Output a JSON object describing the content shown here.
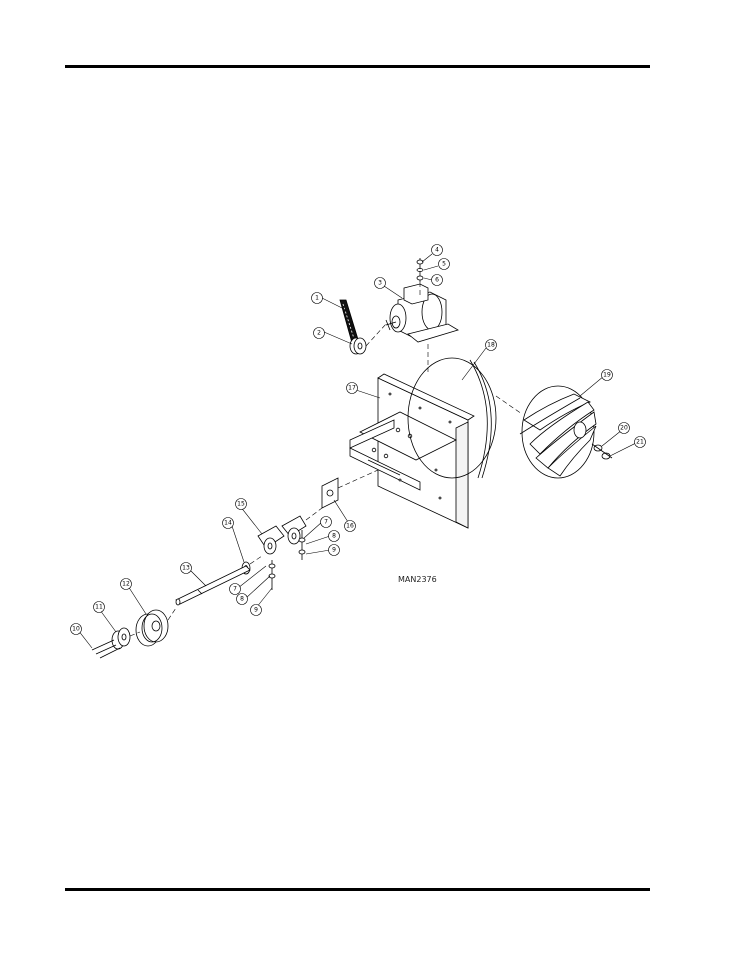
{
  "drawing": {
    "code": "MAN2376",
    "callouts": [
      {
        "id": "c1",
        "label": "1"
      },
      {
        "id": "c2",
        "label": "2"
      },
      {
        "id": "c3",
        "label": "3"
      },
      {
        "id": "c4",
        "label": "4"
      },
      {
        "id": "c5",
        "label": "5"
      },
      {
        "id": "c6",
        "label": "6"
      },
      {
        "id": "c7a",
        "label": "7"
      },
      {
        "id": "c8a",
        "label": "8"
      },
      {
        "id": "c9a",
        "label": "9"
      },
      {
        "id": "c7b",
        "label": "7"
      },
      {
        "id": "c8b",
        "label": "8"
      },
      {
        "id": "c9b",
        "label": "9"
      },
      {
        "id": "c10",
        "label": "10"
      },
      {
        "id": "c11",
        "label": "11"
      },
      {
        "id": "c12",
        "label": "12"
      },
      {
        "id": "c13",
        "label": "13"
      },
      {
        "id": "c14",
        "label": "14"
      },
      {
        "id": "c15",
        "label": "15"
      },
      {
        "id": "c16",
        "label": "16"
      },
      {
        "id": "c17",
        "label": "17"
      },
      {
        "id": "c18",
        "label": "18"
      },
      {
        "id": "c19",
        "label": "19"
      },
      {
        "id": "c20",
        "label": "20"
      },
      {
        "id": "c21",
        "label": "21"
      }
    ]
  }
}
